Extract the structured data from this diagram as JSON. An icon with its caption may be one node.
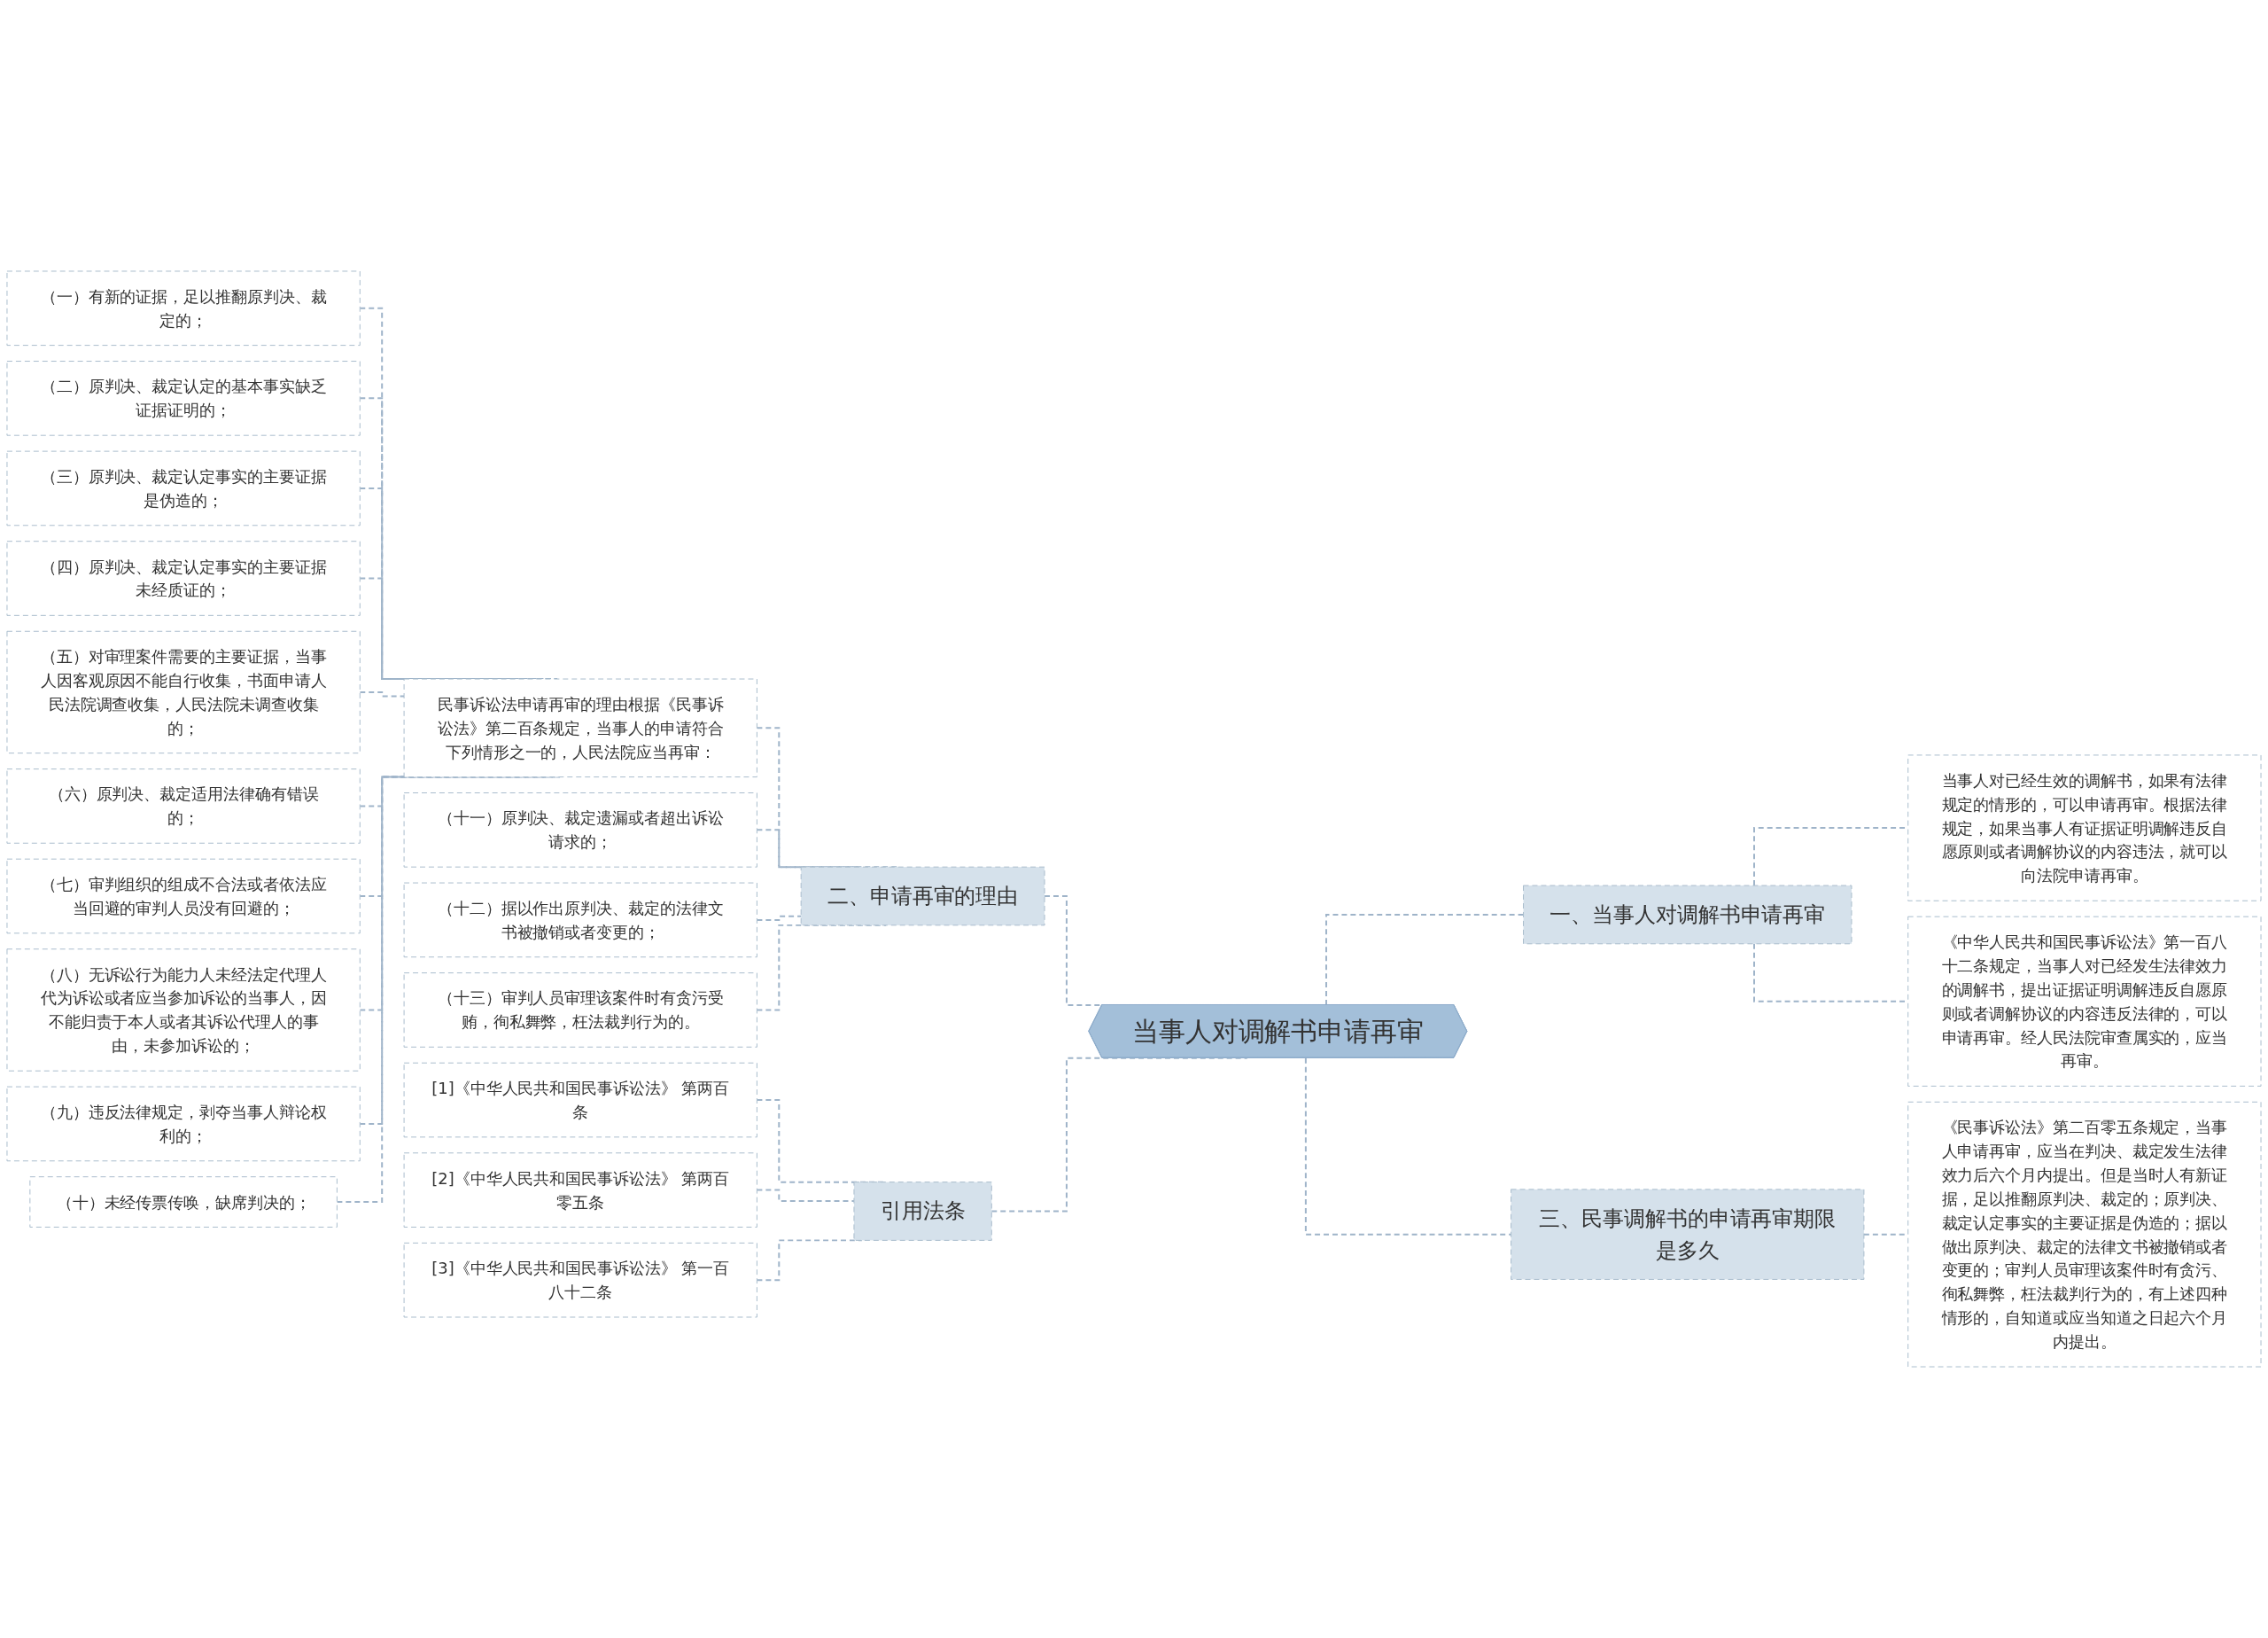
{
  "diagram": {
    "nodes": [
      {
        "text": [
          "当事人对调解书申请再审"
        ]
      },
      {
        "text": [
          "二、申请再审的理由"
        ]
      },
      {
        "text": [
          "民事诉讼法申请再审的理由根据《民事诉讼法》第二百条规定，当事人的申请符合下列情形之一的，人民法院应当再审："
        ]
      },
      {
        "text": [
          "（一）有新的证据，足以推翻原判决、裁定的；"
        ]
      },
      {
        "text": [
          "（二）原判决、裁定认定的基本事实缺乏证据证明的；"
        ]
      },
      {
        "text": [
          "（三）原判决、裁定认定事实的主要证据是伪造的；"
        ]
      },
      {
        "text": [
          "（四）原判决、裁定认定事实的主要证据未经质证的；"
        ]
      },
      {
        "text": [
          "（五）对审理案件需要的主要证据，当事人因客观原因不能自行收集，书面申请人民法院调查收集，人民法院未调查收集的；"
        ]
      },
      {
        "text": [
          "（六）原判决、裁定适用法律确有错误的；"
        ]
      },
      {
        "text": [
          "（七）审判组织的组成不合法或者依法应当回避的审判人员没有回避的；"
        ]
      },
      {
        "text": [
          "（八）无诉讼行为能力人未经法定代理人代为诉讼或者应当参加诉讼的当事人，因不能归责于本人或者其诉讼代理人的事由，未参加诉讼的；"
        ]
      },
      {
        "text": [
          "（九）违反法律规定，剥夺当事人辩论权利的；"
        ]
      },
      {
        "text": [
          "（十）未经传票传唤，缺席判决的；"
        ]
      },
      {
        "text": [
          "（十一）原判决、裁定遗漏或者超出诉讼请求的；"
        ]
      },
      {
        "text": [
          "（十二）据以作出原判决、裁定的法律文书被撤销或者变更的；"
        ]
      },
      {
        "text": [
          "（十三）审判人员审理该案件时有贪污受贿，徇私舞弊，枉法裁判行为的。"
        ]
      },
      {
        "text": [
          "引用法条"
        ]
      },
      {
        "text": [
          "[1]《中华人民共和国民事诉讼法》 第两百条"
        ]
      },
      {
        "text": [
          "[2]《中华人民共和国民事诉讼法》 第两百零五条"
        ]
      },
      {
        "text": [
          "[3]《中华人民共和国民事诉讼法》 第一百八十二条"
        ]
      },
      {
        "text": [
          "一、当事人对调解书申请再审"
        ]
      },
      {
        "text": [
          "当事人对已经生效的调解书，如果有法律规定的情形的，可以申请再审。根据法律规定，如果当事人有证据证明调解违反自愿原则或者调解协议的内容违法，就可以向法院申请再审。"
        ]
      },
      {
        "text": [
          "《中华人民共和国民事诉讼法》第一百八十二条规定，当事人对已经发生法律效力的调解书，提出证据证明调解违反自愿原则或者调解协议的内容违反法律的，可以申请再审。经人民法院审查属实的，应当再审。"
        ]
      },
      {
        "text": [
          "三、民事调解书的申请再审期限是多久"
        ]
      },
      {
        "text": [
          "《民事诉讼法》第二百零五条规定，当事人申请再审，应当在判决、裁定发生法律效力后六个月内提出。但是当时人有新证据，足以推翻原判决、裁定的；原判决、裁定认定事实的主要证据是伪造的；据以做出原判决、裁定的法律文书被撤销或者变更的；审判人员审理该案件时有贪污、徇私舞弊，枉法裁判行为的，有上述四种情形的，自知道或应当知道之日起六个月内提出。"
        ]
      }
    ],
    "edges": [
      {
        "from": 3,
        "to": 2,
        "arrow": "none",
        "style": "dashed"
      },
      {
        "from": 4,
        "to": 2,
        "arrow": "none",
        "style": "dashed"
      },
      {
        "from": 5,
        "to": 2,
        "arrow": "none",
        "style": "dashed"
      },
      {
        "from": 6,
        "to": 2,
        "arrow": "none",
        "style": "dashed"
      },
      {
        "from": 7,
        "to": 2,
        "arrow": "none",
        "style": "dashed"
      },
      {
        "from": 8,
        "to": 2,
        "arrow": "none",
        "style": "dashed"
      },
      {
        "from": 9,
        "to": 2,
        "arrow": "none",
        "style": "dashed"
      },
      {
        "from": 10,
        "to": 2,
        "arrow": "none",
        "style": "dashed"
      },
      {
        "from": 11,
        "to": 2,
        "arrow": "none",
        "style": "dashed"
      },
      {
        "from": 12,
        "to": 2,
        "arrow": "none",
        "style": "dashed"
      },
      {
        "from": 2,
        "to": 1,
        "arrow": "none",
        "style": "dashed"
      },
      {
        "from": 13,
        "to": 1,
        "arrow": "none",
        "style": "dashed"
      },
      {
        "from": 14,
        "to": 1,
        "arrow": "none",
        "style": "dashed"
      },
      {
        "from": 15,
        "to": 1,
        "arrow": "none",
        "style": "dashed"
      },
      {
        "from": 1,
        "to": 0,
        "arrow": "none",
        "style": "dashed"
      },
      {
        "from": 17,
        "to": 16,
        "arrow": "none",
        "style": "dashed"
      },
      {
        "from": 18,
        "to": 16,
        "arrow": "none",
        "style": "dashed"
      },
      {
        "from": 19,
        "to": 16,
        "arrow": "none",
        "style": "dashed"
      },
      {
        "from": 16,
        "to": 0,
        "arrow": "none",
        "style": "dashed"
      },
      {
        "from": 0,
        "to": 20,
        "arrow": "none",
        "style": "dashed"
      },
      {
        "from": 20,
        "to": 21,
        "arrow": "none",
        "style": "dashed"
      },
      {
        "from": 20,
        "to": 22,
        "arrow": "none",
        "style": "dashed"
      },
      {
        "from": 0,
        "to": 23,
        "arrow": "none",
        "style": "dashed"
      },
      {
        "from": 23,
        "to": 24,
        "arrow": "none",
        "style": "dashed"
      }
    ]
  }
}
